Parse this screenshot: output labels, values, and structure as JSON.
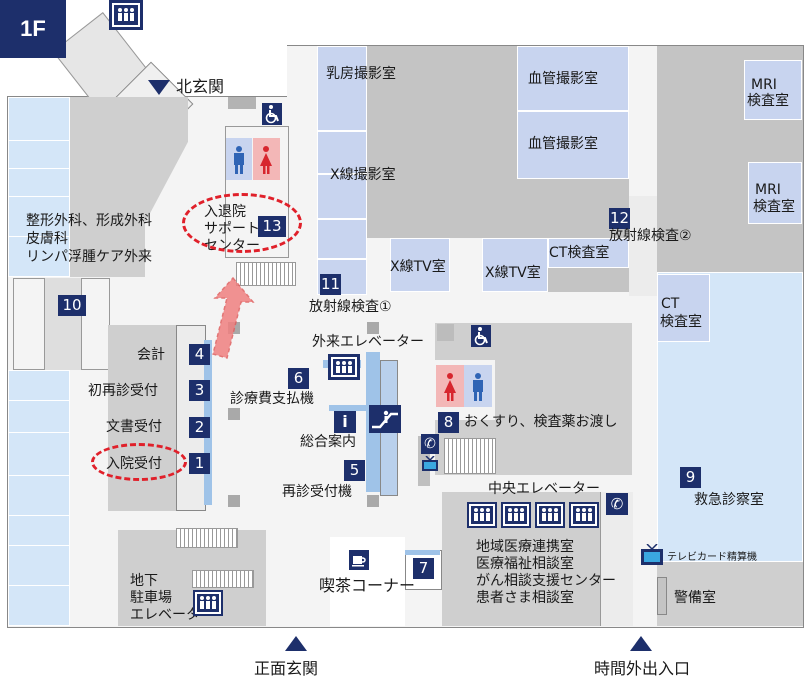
{
  "floor": "1F",
  "entrances": {
    "north": "北玄関",
    "main": "正面玄関",
    "afterhours": "時間外出入口"
  },
  "rooms": {
    "mammography": "乳房撮影室",
    "angio1": "血管撮影室",
    "angio2": "血管撮影室",
    "mri1_line1": "MRI",
    "mri1_line2": "検査室",
    "mri2_line1": "MRI",
    "mri2_line2": "検査室",
    "xray": "X線撮影室",
    "xraytv1": "X線TV室",
    "xraytv2": "X線TV室",
    "ct_room": "CT検査室",
    "ct2_line1": "CT",
    "ct2_line2": "検査室",
    "radiology2": "放射線検査②",
    "radiology1": "放射線検査①",
    "ortho_line1": "整形外科、形成外科",
    "ortho_line2": "皮膚科",
    "ortho_line3": "リンパ浮腫ケア外来",
    "admission_support_line1": "入退院",
    "admission_support_line2": "サポート",
    "admission_support_line3": "センター",
    "cashier": "会計",
    "first_visit": "初再診受付",
    "documents": "文書受付",
    "admission": "入院受付",
    "outpatient_elevator": "外来エレベーター",
    "payment_machine": "診療費支払機",
    "info": "総合案内",
    "revisit_machine": "再診受付機",
    "pharmacy": "おくすり、検査薬お渡し",
    "central_elevator": "中央エレベーター",
    "consult_line1": "地域医療連携室",
    "consult_line2": "医療福祉相談室",
    "consult_line3": "がん相談支援センター",
    "consult_line4": "患者さま相談室",
    "emergency": "救急診察室",
    "tvcard": "テレビカード精算機",
    "security": "警備室",
    "cafe": "喫茶コーナー",
    "parking_line1": "地下",
    "parking_line2": "駐車場",
    "parking_line3": "エレベーター"
  },
  "numbers": {
    "n1": "1",
    "n2": "2",
    "n3": "3",
    "n4": "4",
    "n5": "5",
    "n6": "6",
    "n7": "7",
    "n8": "8",
    "n9": "9",
    "n10": "10",
    "n11": "11",
    "n12": "12",
    "n13": "13"
  },
  "icons": {
    "info_glyph": "i"
  },
  "colors": {
    "navy": "#1d2f6b",
    "room_blue": "#c8d4ef",
    "pale_blue": "#cfe3f8",
    "gray": "#c8c8c8",
    "highlight_red": "#e0202a",
    "arrow_red": "#f08080"
  }
}
